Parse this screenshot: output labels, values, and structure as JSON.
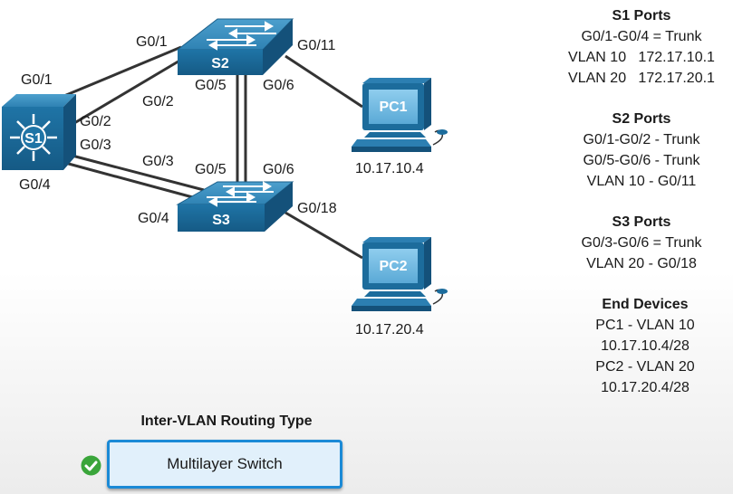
{
  "devices": {
    "s1": {
      "name": "S1"
    },
    "s2": {
      "name": "S2"
    },
    "s3": {
      "name": "S3"
    },
    "pc1": {
      "name": "PC1",
      "ip": "10.17.10.4"
    },
    "pc2": {
      "name": "PC2",
      "ip": "10.17.20.4"
    }
  },
  "ports": {
    "s1_g01": "G0/1",
    "s1_g02": "G0/2",
    "s1_g03": "G0/3",
    "s1_g04": "G0/4",
    "s2_g01": "G0/1",
    "s2_g02": "G0/2",
    "s2_g05": "G0/5",
    "s2_g06": "G0/6",
    "s2_g011": "G0/11",
    "s3_g03": "G0/3",
    "s3_g04": "G0/4",
    "s3_g05": "G0/5",
    "s3_g06": "G0/6",
    "s3_g018": "G0/18"
  },
  "info": {
    "s1": {
      "heading": "S1 Ports",
      "lines": [
        "G0/1-G0/4 = Trunk",
        "VLAN 10   172.17.10.1",
        "VLAN 20   172.17.20.1"
      ]
    },
    "s2": {
      "heading": "S2 Ports",
      "lines": [
        "G0/1-G0/2 - Trunk",
        "G0/5-G0/6 - Trunk",
        "VLAN 10 - G0/11"
      ]
    },
    "s3": {
      "heading": "S3 Ports",
      "lines": [
        "G0/3-G0/6 = Trunk",
        "VLAN 20 - G0/18"
      ]
    },
    "end": {
      "heading": "End Devices",
      "lines": [
        "PC1 - VLAN 10",
        "10.17.10.4/28",
        "PC2 - VLAN 20",
        "10.17.20.4/28"
      ]
    }
  },
  "routing": {
    "title": "Inter-VLAN Routing Type",
    "answer": "Multilayer Switch",
    "status_icon": "check-icon",
    "status_color": "#3aa53a"
  },
  "colors": {
    "device_blue": "#1c6c9c",
    "device_top": "#3a8fbf",
    "screen": "#6fb8e0",
    "link": "#333333"
  }
}
